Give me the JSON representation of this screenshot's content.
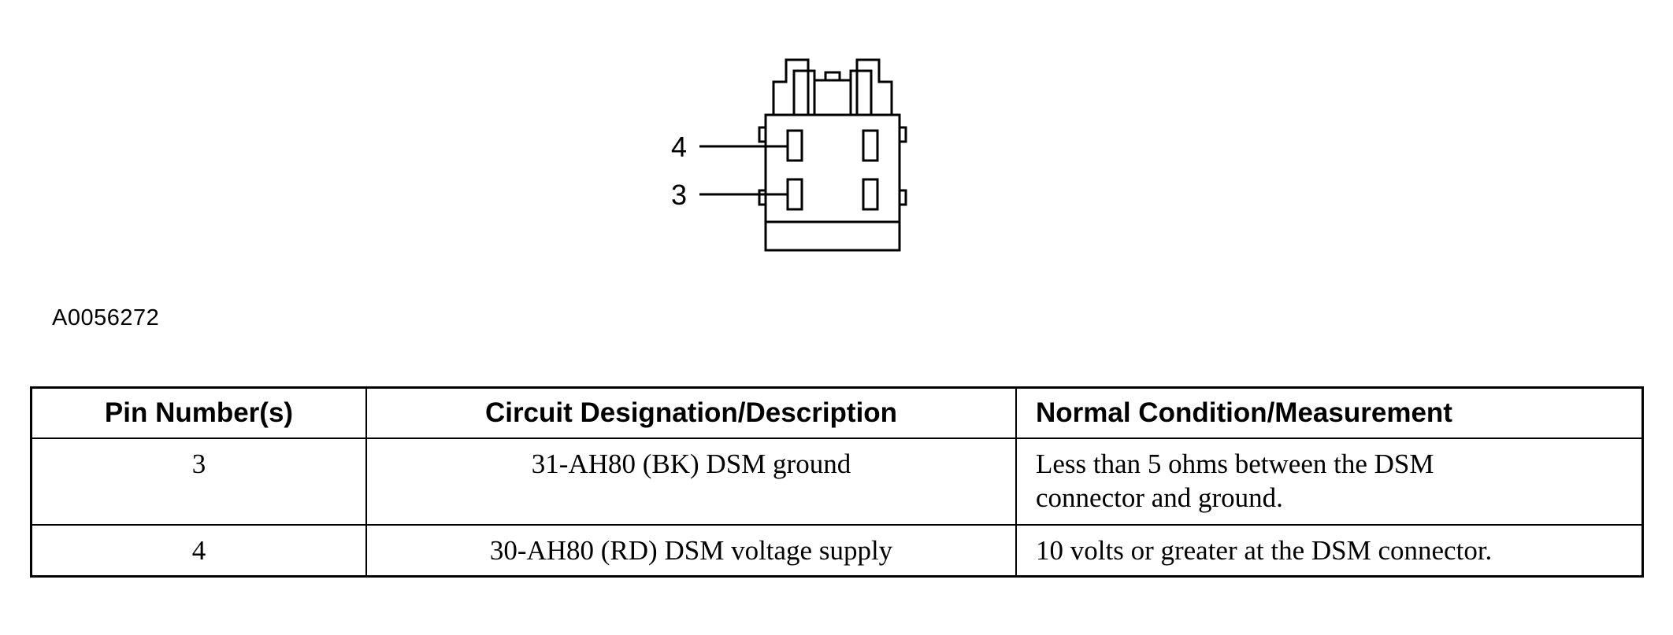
{
  "diagram": {
    "pin_labels": [
      "4",
      "3"
    ],
    "figure_id": "A0056272"
  },
  "table": {
    "headers": {
      "pin": "Pin Number(s)",
      "circuit": "Circuit Designation/Description",
      "condition": "Normal Condition/Measurement"
    },
    "rows": [
      {
        "pin": "3",
        "circuit": "31-AH80 (BK) DSM ground",
        "condition_line1": "Less than 5 ohms between the DSM",
        "condition_line2": "connector and ground."
      },
      {
        "pin": "4",
        "circuit": "30-AH80 (RD) DSM voltage supply",
        "condition_line1": "10 volts or greater at the DSM connector."
      }
    ]
  }
}
